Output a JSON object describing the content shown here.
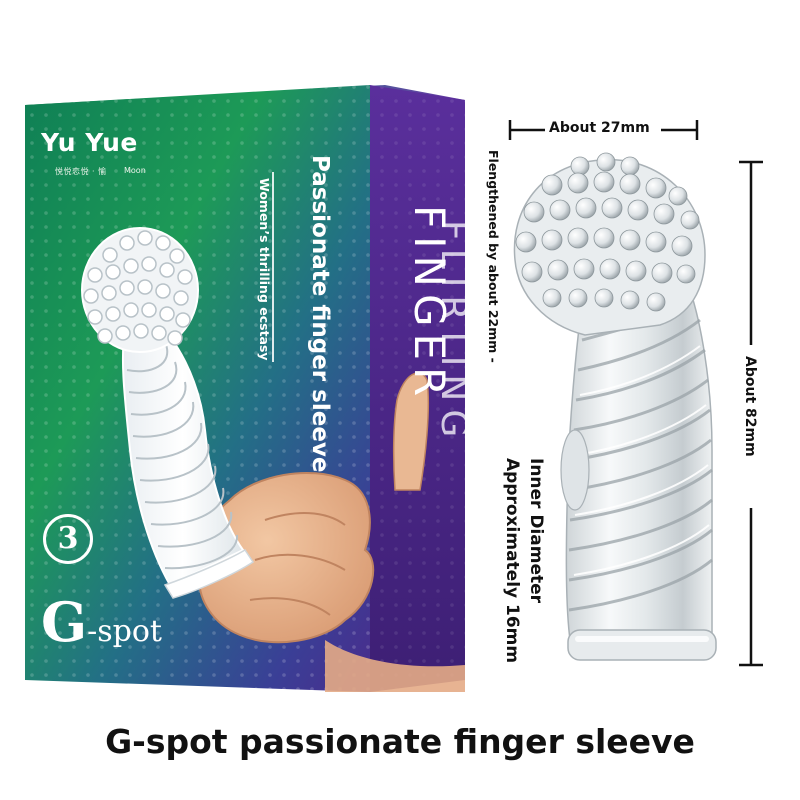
{
  "box": {
    "brand": "Yu Yue",
    "brand_sub": "悦悦恋悦 · 愉",
    "brand_moon": "Moon",
    "badge_number": "3",
    "logo_big": "G",
    "logo_small": "-spot",
    "title": "Passionate finger sleeve",
    "subtitle": "Women’s thrilling ecstasy",
    "finger_word": "FINGER",
    "flirting_word": "FLIRTING",
    "colors": {
      "green": "#1d9a57",
      "purple": "#5a2a8c",
      "blue": "#2c6a8c"
    }
  },
  "dimensions": {
    "width_label": "About 27mm",
    "length_label": "About 82mm",
    "lengthened_label": "Flengthened by about 22mm -",
    "inner_diameter_line1": "Inner Diameter",
    "inner_diameter_line2": "Approximately 16mm"
  },
  "caption": "G-spot passionate finger sleeve"
}
